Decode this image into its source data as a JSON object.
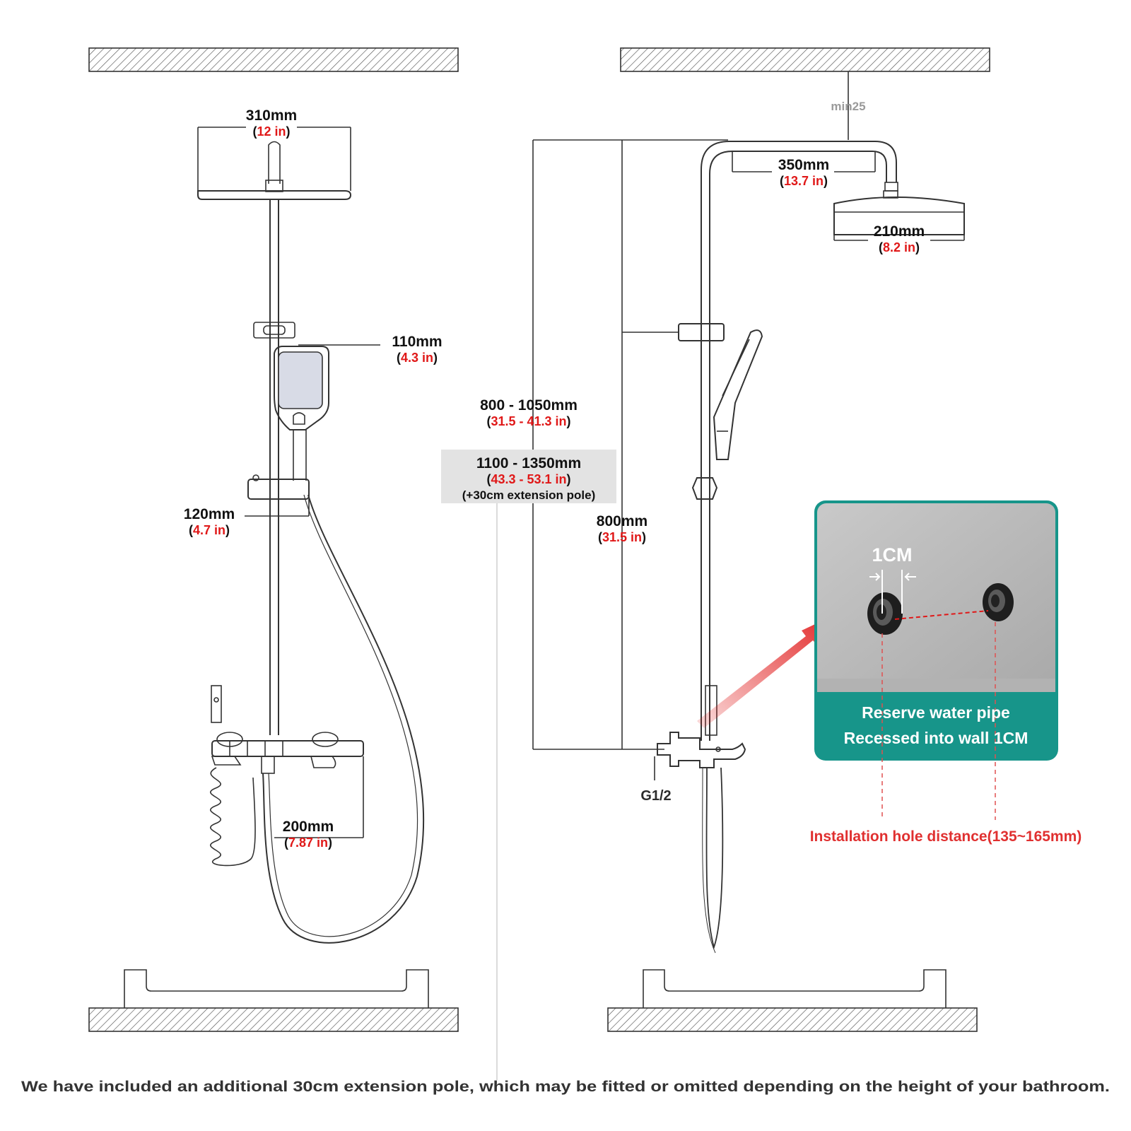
{
  "colors": {
    "line": "#333333",
    "accent_red": "#e01818",
    "teal": "#17958a",
    "callout_bg": "#b9b9b9",
    "muted": "#9a9a9a"
  },
  "left_view": {
    "head_width": {
      "mm": "310mm",
      "inch_open": "(",
      "inch": "12 in",
      "inch_close": ")"
    },
    "hand_shower": {
      "mm": "110mm",
      "inch_open": "(",
      "inch": "4.3 in",
      "inch_close": ")"
    },
    "holder": {
      "mm": "120mm",
      "inch_open": "(",
      "inch": "4.7 in",
      "inch_close": ")"
    },
    "valve": {
      "mm": "200mm",
      "inch_open": "(",
      "inch": "7.87 in",
      "inch_close": ")"
    }
  },
  "right_view": {
    "ceiling_gap": "min25",
    "arm_length": {
      "mm": "350mm",
      "inch_open": "(",
      "inch": "13.7 in",
      "inch_close": ")"
    },
    "head_diameter": {
      "mm": "210mm",
      "inch_open": "(",
      "inch": "8.2 in",
      "inch_close": ")"
    },
    "range_height": {
      "mm": "800 - 1050mm",
      "inch_open": "(",
      "inch": "31.5 - 41.3 in",
      "inch_close": ")"
    },
    "extended_height": {
      "mm": "1100 - 1350mm",
      "inch_open": "(",
      "inch": "43.3 - 53.1 in",
      "inch_close": ")",
      "note": "(+30cm extension pole)"
    },
    "slider_height": {
      "mm": "800mm",
      "inch_open": "(",
      "inch": "31.5 in",
      "inch_close": ")"
    },
    "inlet": "G1/2"
  },
  "callout": {
    "gap_label": "1CM",
    "line1": "Reserve water pipe",
    "line2": "Recessed into wall 1CM"
  },
  "hole_distance": "Installation hole distance(135~165mm)",
  "footer": "We have included an additional 30cm extension pole, which may be fitted or omitted depending on the height of your bathroom."
}
